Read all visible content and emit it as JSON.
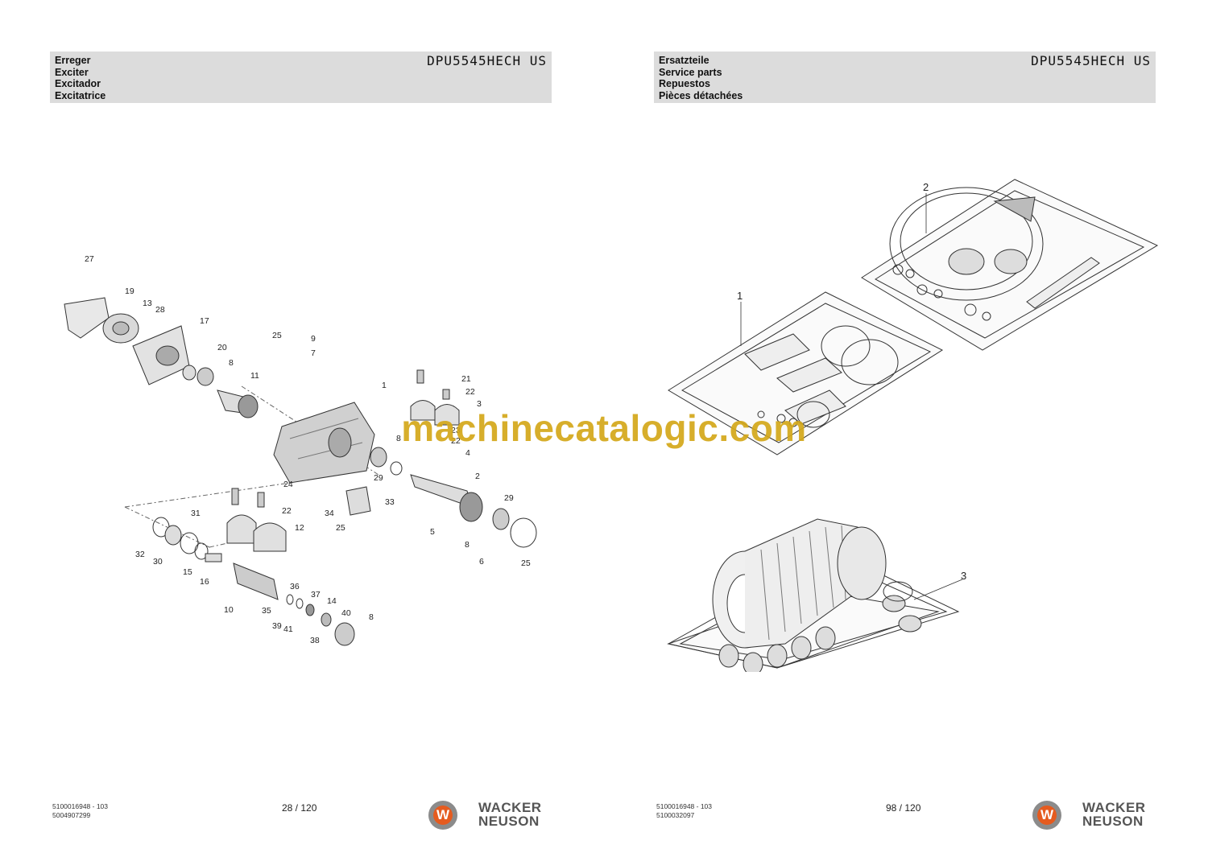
{
  "left_page": {
    "header_titles": [
      "Erreger",
      "Exciter",
      "Excitador",
      "Excitatrice"
    ],
    "model": "DPU5545HECH US",
    "footer_code_1": "5100016948 - 103",
    "footer_code_2": "5004907299",
    "page_number": "28 / 120",
    "callouts": [
      "27",
      "19",
      "13",
      "28",
      "17",
      "20",
      "8",
      "11",
      "25",
      "9",
      "7",
      "1",
      "21",
      "22",
      "3",
      "8",
      "23",
      "22",
      "29",
      "4",
      "2",
      "24",
      "22",
      "31",
      "12",
      "34",
      "25",
      "33",
      "29",
      "32",
      "30",
      "15",
      "5",
      "8",
      "6",
      "25",
      "16",
      "36",
      "37",
      "10",
      "35",
      "14",
      "39",
      "41",
      "40",
      "8",
      "38"
    ]
  },
  "right_page": {
    "header_titles": [
      "Ersatzteile",
      "Service parts",
      "Repuestos",
      "Pièces détachées"
    ],
    "model": "DPU5545HECH US",
    "footer_code_1": "5100016948 - 103",
    "footer_code_2": "5100032097",
    "page_number": "98 / 120",
    "callouts": [
      "1",
      "2",
      "3"
    ]
  },
  "brand": {
    "line1": "WACKER",
    "line2": "NEUSON",
    "mark_letter": "W",
    "mark_color": "#e55b1f"
  },
  "watermark": "machinecatalogic.com"
}
